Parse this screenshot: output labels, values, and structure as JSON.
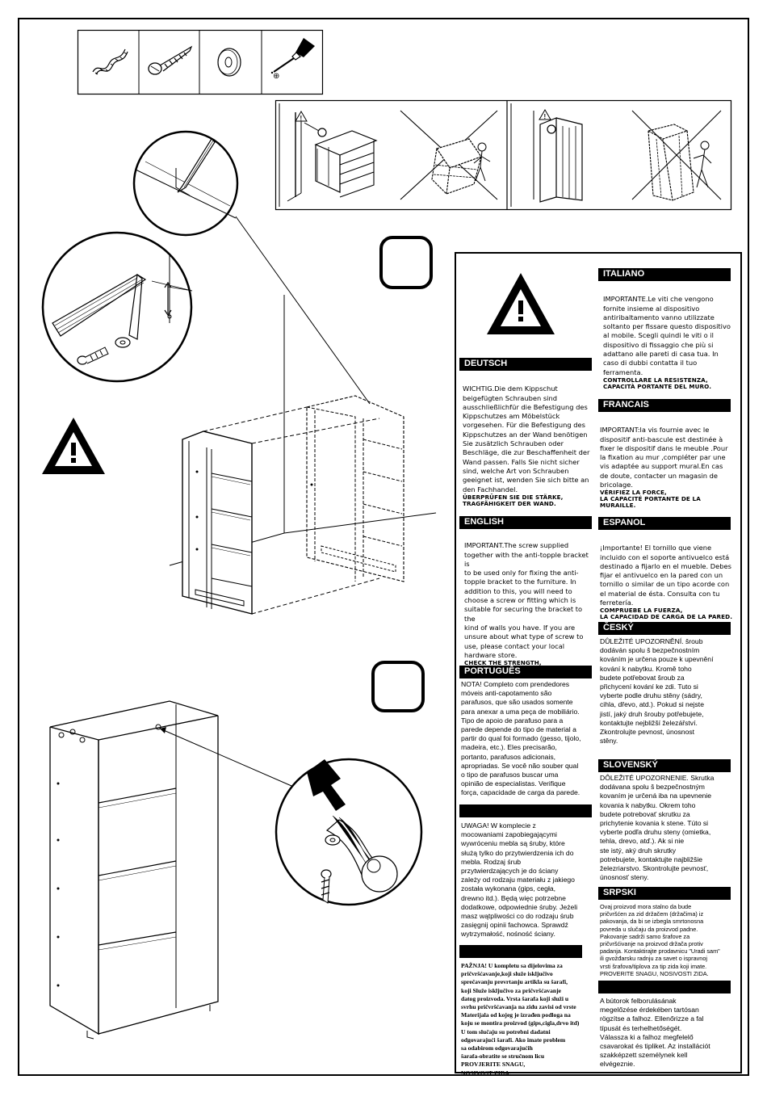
{
  "tools": [
    {
      "icon": "wall-plug-icon"
    },
    {
      "icon": "screw-icon"
    },
    {
      "icon": "washer-icon"
    },
    {
      "icon": "screwdriver-icon"
    }
  ],
  "screwdriver_mark": "⊕",
  "warning_scenes": [
    "correct-chest-anchored",
    "incorrect-chest-tipping",
    "correct-wardrobe-anchored",
    "incorrect-wardrobe-tipping"
  ],
  "steps": [
    {
      "number": ""
    },
    {
      "number": ""
    }
  ],
  "warning_symbol": "!",
  "languages": {
    "italiano": {
      "heading": "ITALIANO",
      "body": "IMPORTANTE.Le viti che vengono\nfornite insieme al dispositivo\nantiribaltamento vanno utilizzate\nsoltanto per fissare questo dispositivo\nal mobile. Scegli quindi le viti o il\ndispositivo di fissaggio che più si\nadattano alle pareti di casa tua. In\ncaso di dubbi contatta il tuo\nferramenta.",
      "note": "CONTROLLARE LA RESISTENZA,\nCAPACITÀ PORTANTE DEL MURO."
    },
    "deutsch": {
      "heading": "DEUTSCH",
      "body": "WICHTIG.Die dem Kippschut\nbeigefügten Schrauben sind\nausschließlichfür die Befestigung des\nKippschutzes am Möbelstück\nvorgesehen. Für die Befestigung des\nKippschutzes an der Wand benötigen\nSie zusätzlich Schrauben oder\nBeschläge, die zur Beschaffenheit der\nWand passen. Falls Sie nicht sicher\nsind, welche Art von Schrauben\ngeeignet ist, wenden Sie sich bitte an\nden Fachhandel.",
      "note": "ÜBERPRÜFEN SIE DIE STÄRKE,\nTRAGFÄHIGKEIT DER WAND."
    },
    "francais": {
      "heading": "FRANCAIS",
      "body": "IMPORTANT:la vis fournie avec le\ndispositif anti-bascule est destinée à\nfixer le dispositif dans le meuble .Pour\nla fixation au mur ,compléter par une\nvis adaptée au support mural.En cas\nde doute, contacter un magasin de\nbricolage.",
      "note": "VÉRIFIEZ LA FORCE,\nLA CAPACITÉ PORTANTE DE LA MURAILLE."
    },
    "english": {
      "heading": "ENGLISH",
      "body": "IMPORTANT.The screw supplied\ntogether with the anti-topple bracket is\nto be used only for fixing the anti-\ntopple bracket to the furniture. In\naddition to this, you will need to\nchoose a screw or fitting which is\nsuitable for securing the bracket to the\nkind of walls you have. If you are\nunsure about what type of screw to\nuse, please contact your local\nhardware store.",
      "note": "CHECK THE STRENGTH,\nLOAD-BEARING CAPACITY OF THE WALL."
    },
    "espanol": {
      "heading": "ESPANOL",
      "body": "¡Importante! El tornillo que viene\nincluido con el soporte antivuelco está\ndestinado a fijarlo en el mueble. Debes\nfijar el antivuelco en la pared con un\ntornillo o similar de un tipo acorde con\nel material de ésta. Consulta con tu\nferretería.",
      "note": "COMPRUEBE LA FUERZA,\nLA CAPACIDAD DE CARGA DE LA PARED."
    },
    "cesky": {
      "heading": "ČESKÝ",
      "body": "DŮLEŽITÉ UPOZORNĚNÍ. šroub\ndodáván spolu š bezpečnostním\nkováním je určena pouze k upevnění\nkování k nabytku. Kromě toho\nbudete potřebovat šroub za\npřichycení kování ke zdi. Tuto si\nvyberte podle druhu stěny (sádry,\ncihla, dřevo, atd.). Pokud si nejste\njistí, jaký druh šrouby potřebujete,\nkontaktujte nejbližší železářství.\nZkontrolujte pevnost, únosnost\nstěny."
    },
    "portugues": {
      "heading": "PORTUGUÊS",
      "body": "NOTA! Completo com prendedores\nmóveis anti-capotamento são\nparafusos, que são usados somente\npara anexar a uma peça de mobiliário.\nTipo de apoio de parafuso para a\nparede depende do tipo de material a\npartir do qual foi formado (gesso, tijolo,\nmadeira, etc.). Eles precisarão,\nportanto, parafusos adicionais,\napropriadas. Se você não souber qual\no tipo de parafusos buscar uma\nopinião de especialistas. Verifique\nforça, capacidade de carga da parede."
    },
    "slovensky": {
      "heading": "SLOVENSKÝ",
      "body": "DÔLEŽITÉ UPOZORNENIE. Skrutka\ndodávana spolu š bezpečnostným\nkovaním je určená iba na upevnenie\nkovania k nabytku. Okrem toho\nbudete potrebovať skrutku za\nprichytenie kovania k stene. Túto si\nvyberte podľa druhu steny (omietka,\ntehla, drevo, atď.). Ak si nie\nste istý, aký druh skrutky\npotrebujete, kontaktujte najbližšie\nželezriarstvo. Skontrolujte pevnosť,\núnosnosť steny."
    },
    "polski": {
      "heading": "",
      "body": "UWAGA! W komplecie z\nmocowaniami zapobiegającymi\nwywróceniu mebla są śruby, które\nsłużą tylko do przytwierdzenia ich do\nmebla. Rodzaj śrub\nprzytwierdzających je do ściany\nzależy od rodzaju materiału z jakiego\nzostała wykonana (gips, cegła,\ndrewno itd.). Będą więc potrzebne\ndodatkowe, odpowiednie śruby. Jeżeli\nmasz wątpliwości co do rodzaju śrub\nzasięgnij opinii fachowca. Sprawdź\nwytrzymałość, nośność ściany."
    },
    "srpski": {
      "heading": "SRPSKI",
      "body": "Ovaj proizvod mora stalno da bude\n pričvršćen za zid držačem (držačima) iz\npakovanja, da bi se izbegla smrtonosna\npovreda u slučaju da proizvod padne.\nPakovanje sadrži samo šrafove za\npričvršćivanje na proizvod držača protiv\npadanja. Kontaktirajte prodavnicu \"Uradi sam\"\nili gvožđarsku radnju za savet o ispravnoj\nvrsti šrafova/tiplova za tip zida koji imate.\nPROVERITE SNAGU, NOSIVOSTI ZIDA."
    },
    "hrvatski": {
      "heading": "",
      "body": "PAŽNJA! U kompletu sa dijelovima za\npričvršćavanje,koji služe isključivo\nsprečavanju prevrtanju artikla su šarafi,\nkoji Služe isključivo za pričvršćavanje\ndatog proizvoda. Vrsta šarafa koji služi u\nsvrhu pričvršćavanja na zidu zavisi od vrste\nMaterijala od kojeg je izrađen podloga na\nkoju se montira proizvod (gips,cigla,drvo itd)\nU tom slučaju su potrebni dadatni\nodgovarajući šarafi. Ako imate problem\nsa odabirom odgovarajućih\nšarafa-obratite se stručnom licu\nPROVJERITE SNAGU,\nNOSIVOST ZIDA."
    },
    "magyar": {
      "heading": "",
      "body": "A bútorok felborulásának\nmegelőzése érdekében tartósan\nrögzítse a falhoz. Ellenőrizze a fal\ntípusát és terhelhetőségét.\nVálassza ki a falhoz megfelelő\ncsavarokat és tipliket. Az installációt\nszakképzett személynek kell\nelvégeznie."
    }
  }
}
